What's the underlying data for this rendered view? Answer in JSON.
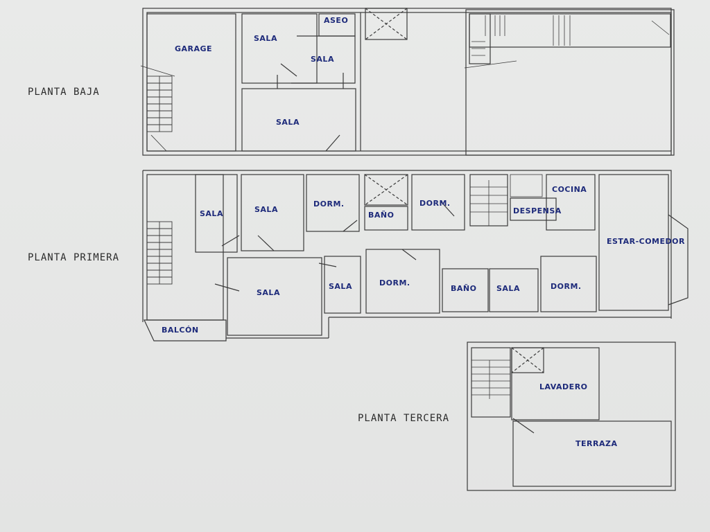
{
  "floors": {
    "baja": {
      "label": "PLANTA BAJA",
      "rooms": {
        "garage": "GARAGE",
        "sala_top": "SALA",
        "aseo": "ASEO",
        "sala_mid": "SALA",
        "sala_big": "SALA"
      }
    },
    "primera": {
      "label": "PLANTA PRIMERA",
      "rooms": {
        "sala_left": "SALA",
        "sala_2": "SALA",
        "dorm_1": "DORM.",
        "bano_1": "BAÑO",
        "dorm_2": "DORM.",
        "cocina": "COCINA",
        "despensa": "DESPENSA",
        "estar_comedor": "ESTAR-COMEDOR",
        "sala_big": "SALA",
        "sala_small": "SALA",
        "dorm_3": "DORM.",
        "bano_2": "BAÑO",
        "sala_right": "SALA",
        "dorm_4": "DORM.",
        "balcon": "BALCÓN"
      }
    },
    "tercera": {
      "label": "PLANTA TERCERA",
      "rooms": {
        "lavadero": "LAVADERO",
        "terraza": "TERRAZA"
      }
    }
  },
  "colors": {
    "paper": "#e6e7e6",
    "lines": "#3a3a3a",
    "handwriting": "#1d2a7a"
  }
}
